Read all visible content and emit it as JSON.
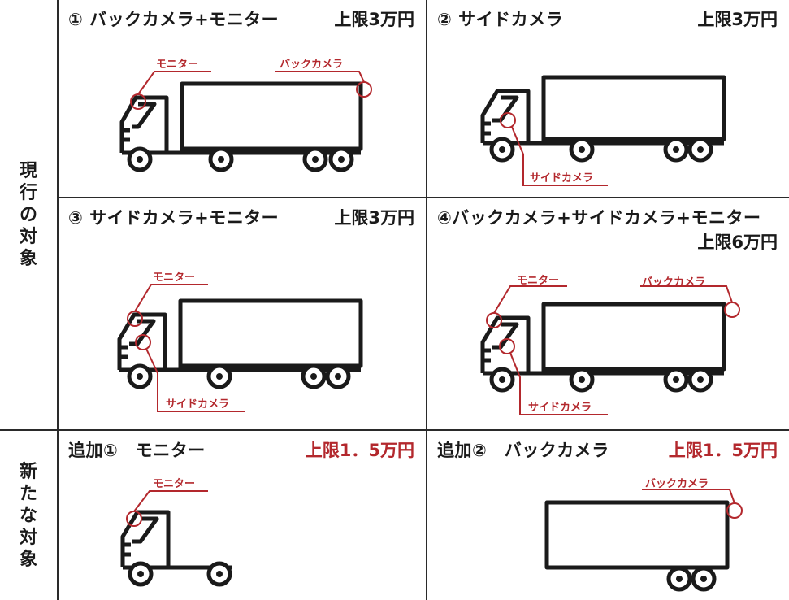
{
  "row_labels": {
    "current": [
      "現",
      "行",
      "の",
      "対",
      "象"
    ],
    "new": [
      "新",
      "た",
      "な",
      "対",
      "象"
    ]
  },
  "cells": [
    {
      "title": "① バックカメラ+モニター",
      "limit": "上限3万円",
      "callouts": {
        "monitor": "モニター",
        "back_camera": "バックカメラ"
      }
    },
    {
      "title": "② サイドカメラ",
      "limit": "上限3万円",
      "callouts": {
        "side_camera": "サイドカメラ"
      }
    },
    {
      "title": "③ サイドカメラ+モニター",
      "limit": "上限3万円",
      "callouts": {
        "monitor": "モニター",
        "side_camera": "サイドカメラ"
      }
    },
    {
      "title": "④バックカメラ+サイドカメラ+モニター",
      "limit": "上限6万円",
      "callouts": {
        "monitor": "モニター",
        "back_camera": "バックカメラ",
        "side_camera": "サイドカメラ"
      }
    },
    {
      "title": "追加①　モニター",
      "limit": "上限1．5万円",
      "callouts": {
        "monitor": "モニター"
      }
    },
    {
      "title": "追加②　バックカメラ",
      "limit": "上限1．5万円",
      "callouts": {
        "back_camera": "バックカメラ"
      }
    }
  ],
  "colors": {
    "accent": "#b3282d",
    "line": "#1a1a1a"
  }
}
